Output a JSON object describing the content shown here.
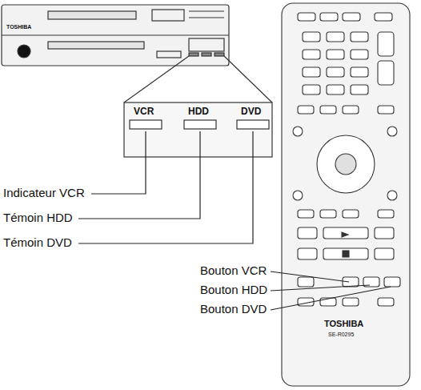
{
  "diagram": {
    "labels": [
      "VCR",
      "HDD",
      "DVD",
      "Indicateur VCR",
      "Témoin HDD",
      "Témoin DVD",
      "Bouton VCR",
      "Bouton HDD",
      "Bouton DVD",
      "TOSHIBA",
      "TOSHIBA",
      "SE-R0295"
    ]
  }
}
